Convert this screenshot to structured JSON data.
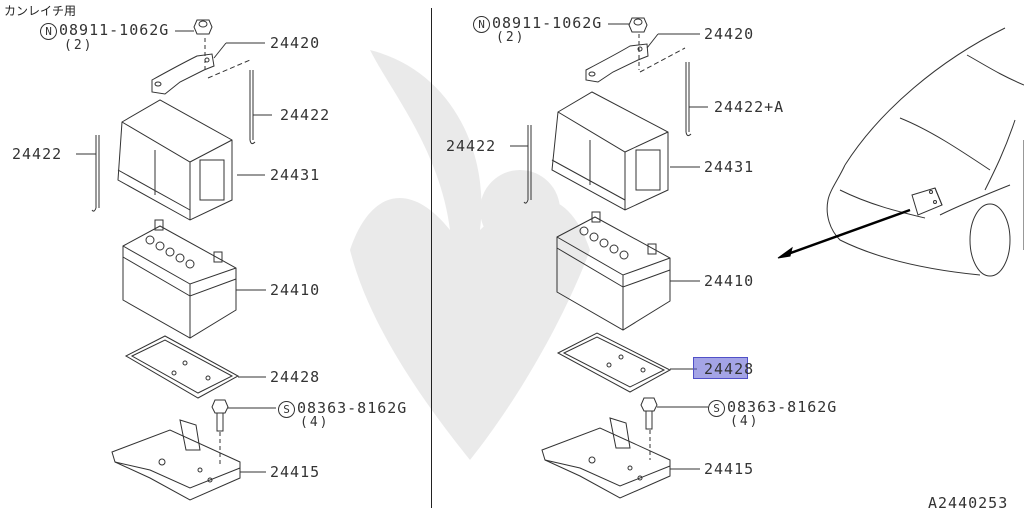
{
  "diagram": {
    "note_label": "カンレイチ用",
    "figure_id": "A2440253",
    "highlight_color": "#5a5ad2",
    "left_panel": {
      "labels": {
        "nut_code": "08911-1062G",
        "nut_circle": "N",
        "nut_qty": "(2)",
        "hold_down": "24420",
        "rod_right": "24422",
        "rod_left": "24422",
        "cover": "24431",
        "battery": "24410",
        "tray_pad": "24428",
        "bolt_code": "08363-8162G",
        "bolt_circle": "S",
        "bolt_qty": "(4)",
        "bracket": "24415"
      }
    },
    "right_panel": {
      "labels": {
        "nut_code": "08911-1062G",
        "nut_circle": "N",
        "nut_qty": "(2)",
        "hold_down": "24420",
        "rod_right": "24422+A",
        "rod_left": "24422",
        "cover": "24431",
        "battery": "24410",
        "tray_pad": "24428",
        "bolt_code": "08363-8162G",
        "bolt_circle": "S",
        "bolt_qty": "(4)",
        "bracket": "24415"
      },
      "highlighted_part": "24428"
    }
  }
}
